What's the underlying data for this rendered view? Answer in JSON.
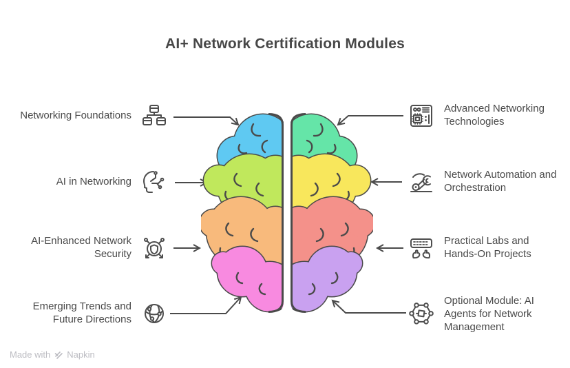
{
  "title": "AI+ Network Certification Modules",
  "modules": {
    "left": [
      {
        "label": "Networking Foundations",
        "icon": "network-topology-icon"
      },
      {
        "label": "AI in Networking",
        "icon": "ai-head-icon"
      },
      {
        "label": "AI-Enhanced Network Security",
        "icon": "security-network-icon"
      },
      {
        "label": "Emerging Trends and Future Directions",
        "icon": "globe-network-icon"
      }
    ],
    "right": [
      {
        "label": "Advanced Networking Technologies",
        "icon": "circuit-board-icon"
      },
      {
        "label": "Network Automation and Orchestration",
        "icon": "robot-arm-icon"
      },
      {
        "label": "Practical Labs and Hands-On Projects",
        "icon": "keyboard-hands-icon"
      },
      {
        "label": "Optional Module: AI Agents for Network Management",
        "icon": "hex-network-icon"
      }
    ]
  },
  "brain_colors": {
    "left_top": "#5fc9f2",
    "left_upper": "#c0e85c",
    "left_lower": "#f8ba7c",
    "left_bottom": "#f88ae0",
    "right_top": "#65e5a8",
    "right_upper": "#f8e75c",
    "right_lower": "#f4918a",
    "right_bottom": "#c9a1f0",
    "outline": "#4a4a4a"
  },
  "footer": {
    "made_with": "Made with",
    "brand": "Napkin"
  }
}
